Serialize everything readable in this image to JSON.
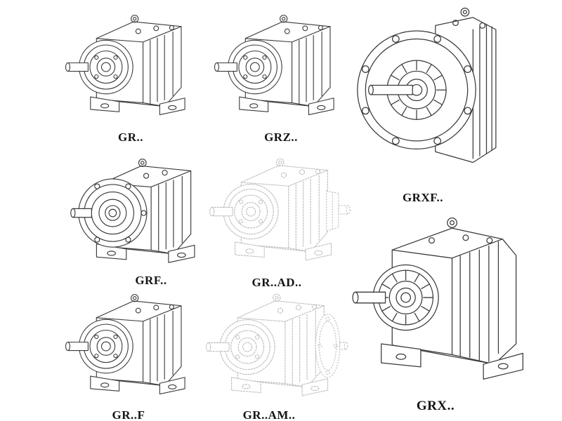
{
  "figure": {
    "title": "gear-reducer-series-catalog",
    "stroke_dark": "#3a3a3a",
    "stroke_light": "#bdbdbd",
    "items": [
      {
        "id": "gr",
        "label": "GR..",
        "drawing": "foot-mounted-helical-gearbox-icon"
      },
      {
        "id": "grz",
        "label": "GRZ..",
        "drawing": "foot-mounted-helical-gearbox-icon"
      },
      {
        "id": "grxf",
        "label": "GRXF..",
        "drawing": "flange-front-gearbox-icon"
      },
      {
        "id": "grf",
        "label": "GRF..",
        "drawing": "flange-foot-gearbox-icon"
      },
      {
        "id": "gr-ad",
        "label": "GR..AD..",
        "drawing": "gearbox-with-input-adapter-icon"
      },
      {
        "id": "gr-f",
        "label": "GR..F",
        "drawing": "foot-mounted-helical-gearbox-icon"
      },
      {
        "id": "gr-am",
        "label": "GR..AM..",
        "drawing": "gearbox-with-motor-flange-icon"
      },
      {
        "id": "grx",
        "label": "GRX..",
        "drawing": "large-foot-mounted-gearbox-icon"
      }
    ]
  }
}
